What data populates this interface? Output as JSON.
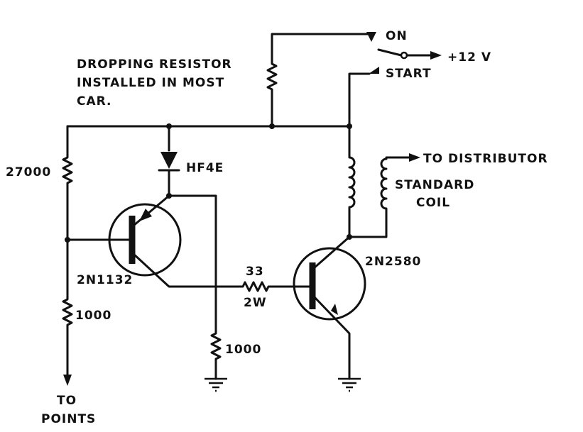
{
  "labels": {
    "on": "ON",
    "start": "START",
    "supply": "+12 V",
    "note_line1": "DROPPING RESISTOR",
    "note_line2": "INSTALLED IN MOST",
    "note_line3": "CAR.",
    "r_bias": "27000",
    "diode": "HF4E",
    "to_distributor": "TO DISTRIBUTOR",
    "coil_line1": "STANDARD",
    "coil_line2": "COIL",
    "q1": "2N1132",
    "r_base_value": "33",
    "r_base_power": "2W",
    "q2": "2N2580",
    "r_points": "1000",
    "r_emitter": "1000",
    "to_line1": "TO",
    "to_line2": "POINTS"
  },
  "colors": {
    "ink": "#111111",
    "paper": "#ffffff"
  }
}
